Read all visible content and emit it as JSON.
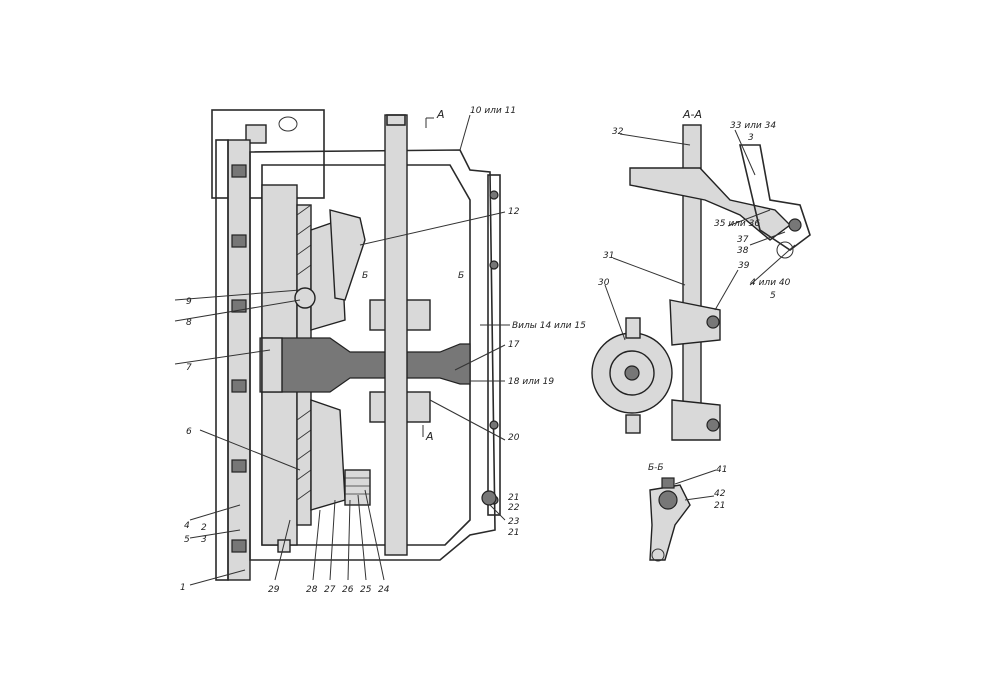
{
  "section_titles": {
    "aa_top": "A",
    "aa_view": "A-A",
    "bb_view": "Б-Б",
    "b_mark": "Б",
    "a_mark_bottom": "А"
  },
  "labels": {
    "l1": "1",
    "l2": "2",
    "l3": "3",
    "l4": "4",
    "l5": "5",
    "l6": "6",
    "l7": "7",
    "l8": "8",
    "l9": "9",
    "l10_11": "10 или 11",
    "l12": "12",
    "l14_15": "Вилы 14 или 15",
    "l17": "17",
    "l18_19": "18 или 19",
    "l20": "20",
    "l21": "21",
    "l22": "22",
    "l23": "23",
    "l23b": "21",
    "l24": "24",
    "l25": "25",
    "l26": "26",
    "l27": "27",
    "l28": "28",
    "l29": "29",
    "l30": "30",
    "l31": "31",
    "l32": "32",
    "l33_34": "33 или 34",
    "l3b": "3",
    "l35_36": "35 или 36",
    "l37": "37",
    "l38": "38",
    "l39": "39",
    "l40": "4 или 40",
    "l5b": "5",
    "l41": "41",
    "l42": "42",
    "l21b": "21"
  }
}
